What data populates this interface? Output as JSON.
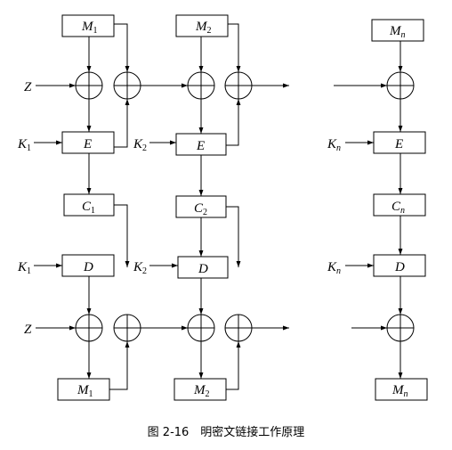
{
  "diagram": {
    "top": {
      "plain_1": {
        "sym": "M",
        "sub": "1"
      },
      "plain_2": {
        "sym": "M",
        "sub": "2"
      },
      "plain_n": {
        "sym": "M",
        "sub": "n"
      },
      "key_1": {
        "sym": "K",
        "sub": "1"
      },
      "key_2": {
        "sym": "K",
        "sub": "2"
      },
      "key_n": {
        "sym": "K",
        "sub": "n"
      },
      "iv": "Z",
      "encrypt": "E",
      "cipher_1": {
        "sym": "C",
        "sub": "1"
      },
      "cipher_2": {
        "sym": "C",
        "sub": "2"
      },
      "cipher_n": {
        "sym": "C",
        "sub": "n"
      }
    },
    "bottom": {
      "key_1": {
        "sym": "K",
        "sub": "1"
      },
      "key_2": {
        "sym": "K",
        "sub": "2"
      },
      "key_n": {
        "sym": "K",
        "sub": "n"
      },
      "iv": "Z",
      "decrypt": "D",
      "out_1": {
        "sym": "M",
        "sub": "1"
      },
      "out_2": {
        "sym": "M",
        "sub": "2"
      },
      "out_n": {
        "sym": "M",
        "sub": "n"
      }
    }
  },
  "caption": "图 2-16　明密文链接工作原理"
}
